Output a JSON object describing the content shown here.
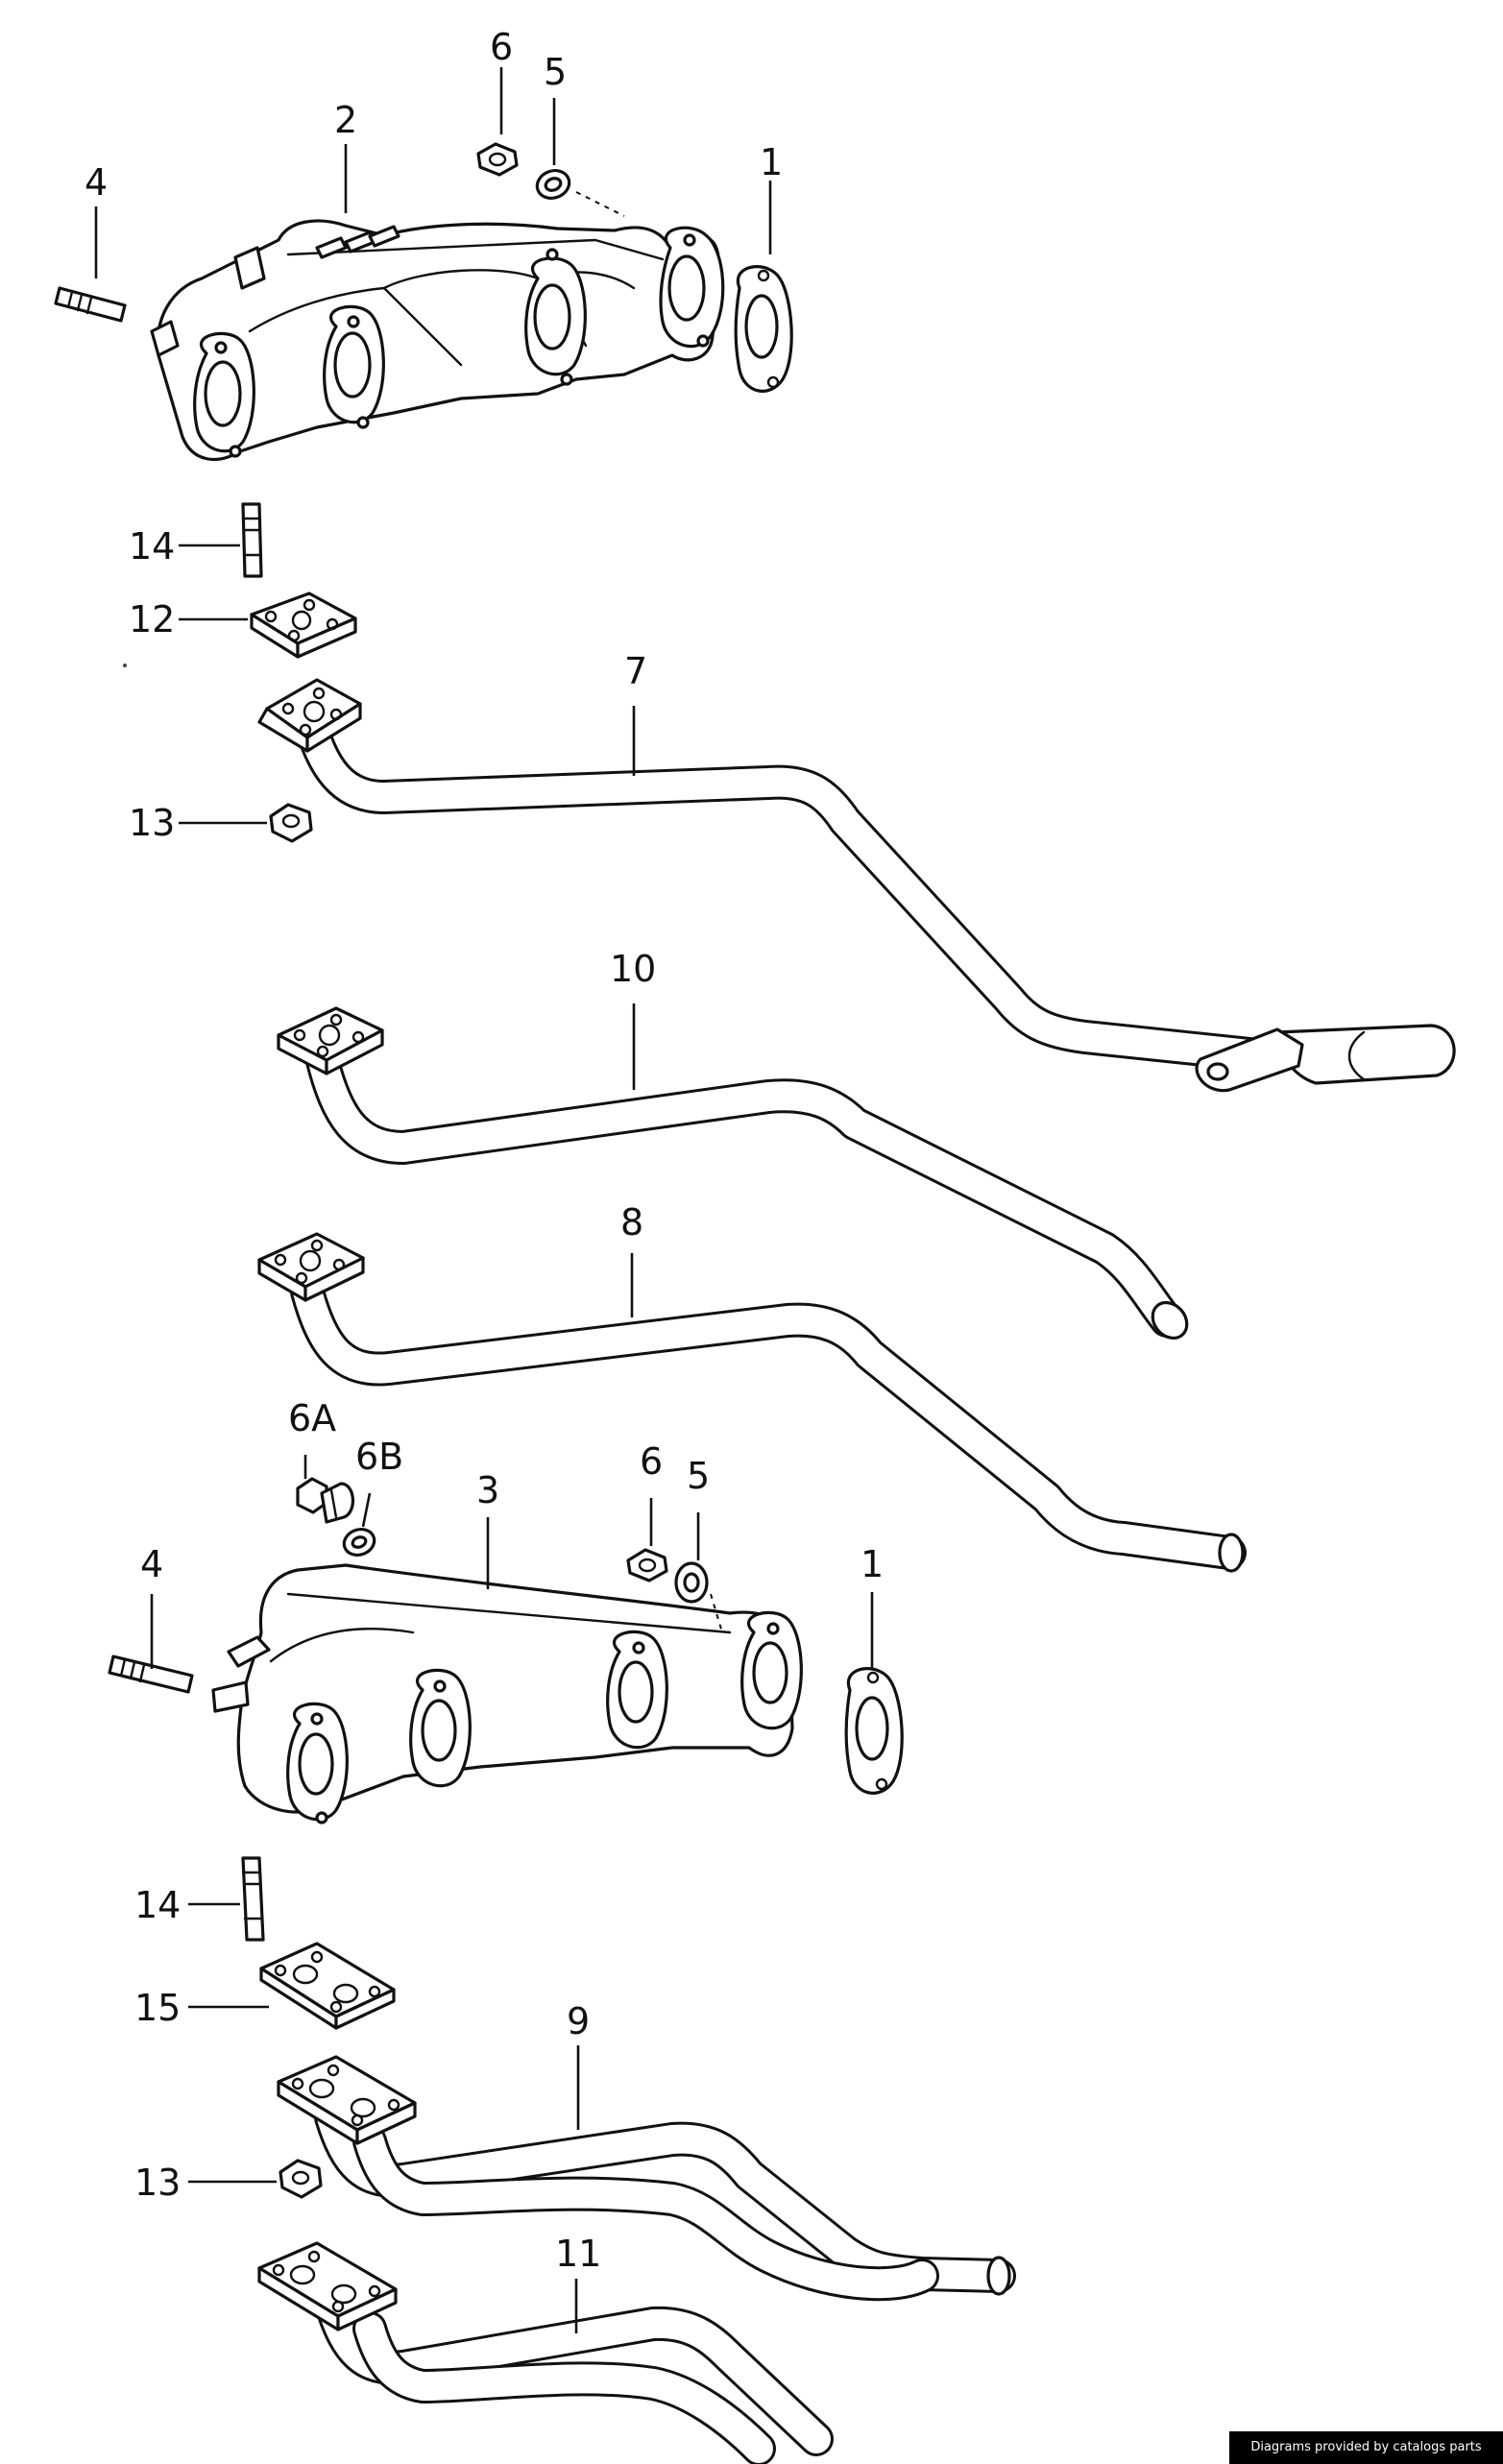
{
  "callouts": {
    "c1_top": "1",
    "c2": "2",
    "c3": "3",
    "c4_top": "4",
    "c5_top": "5",
    "c6_top": "6",
    "c7": "7",
    "c8": "8",
    "c9": "9",
    "c10": "10",
    "c11": "11",
    "c12": "12",
    "c13_top": "13",
    "c14_top": "14",
    "c6a": "6A",
    "c6b": "6B",
    "c6_bot": "6",
    "c5_bot": "5",
    "c1_bot": "1",
    "c4_bot": "4",
    "c14_bot": "14",
    "c15": "15",
    "c13_bot": "13"
  },
  "credit": "Diagrams provided by catalogs parts"
}
